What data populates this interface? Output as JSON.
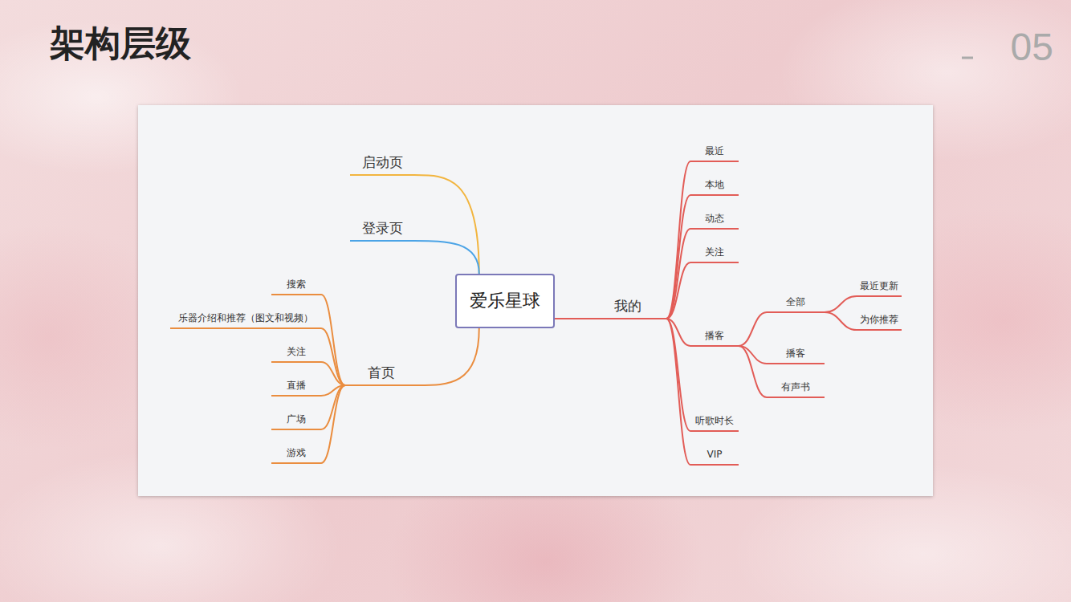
{
  "diagram": {
    "title": "架构层级",
    "nodes": [
      {
        "text": [
          "爱乐星球"
        ]
      },
      {
        "text": [
          "启动页"
        ]
      },
      {
        "text": [
          "登录页"
        ]
      },
      {
        "text": [
          "首页"
        ]
      },
      {
        "text": [
          "搜索"
        ]
      },
      {
        "text": [
          "乐器介绍和推荐（图文和视频）"
        ]
      },
      {
        "text": [
          "关注"
        ]
      },
      {
        "text": [
          "直播"
        ]
      },
      {
        "text": [
          "广场"
        ]
      },
      {
        "text": [
          "游戏"
        ]
      },
      {
        "text": [
          "我的"
        ]
      },
      {
        "text": [
          "最近"
        ]
      },
      {
        "text": [
          "本地"
        ]
      },
      {
        "text": [
          "动态"
        ]
      },
      {
        "text": [
          "关注"
        ]
      },
      {
        "text": [
          "播客"
        ]
      },
      {
        "text": [
          "全部"
        ]
      },
      {
        "text": [
          "最近更新"
        ]
      },
      {
        "text": [
          "为你推荐"
        ]
      },
      {
        "text": [
          "播客"
        ]
      },
      {
        "text": [
          "有声书"
        ]
      },
      {
        "text": [
          "听歌时长"
        ]
      },
      {
        "text": [
          "VIP"
        ]
      }
    ],
    "edges": [
      {
        "from": 0,
        "to": 1,
        "arrow": "none"
      },
      {
        "from": 0,
        "to": 2,
        "arrow": "none"
      },
      {
        "from": 0,
        "to": 3,
        "arrow": "none"
      },
      {
        "from": 3,
        "to": 4,
        "arrow": "none"
      },
      {
        "from": 3,
        "to": 5,
        "arrow": "none"
      },
      {
        "from": 3,
        "to": 6,
        "arrow": "none"
      },
      {
        "from": 3,
        "to": 7,
        "arrow": "none"
      },
      {
        "from": 3,
        "to": 8,
        "arrow": "none"
      },
      {
        "from": 3,
        "to": 9,
        "arrow": "none"
      },
      {
        "from": 0,
        "to": 10,
        "arrow": "none"
      },
      {
        "from": 10,
        "to": 11,
        "arrow": "none"
      },
      {
        "from": 10,
        "to": 12,
        "arrow": "none"
      },
      {
        "from": 10,
        "to": 13,
        "arrow": "none"
      },
      {
        "from": 10,
        "to": 14,
        "arrow": "none"
      },
      {
        "from": 10,
        "to": 15,
        "arrow": "none"
      },
      {
        "from": 15,
        "to": 16,
        "arrow": "none"
      },
      {
        "from": 16,
        "to": 17,
        "arrow": "none"
      },
      {
        "from": 16,
        "to": 18,
        "arrow": "none"
      },
      {
        "from": 15,
        "to": 19,
        "arrow": "none"
      },
      {
        "from": 15,
        "to": 20,
        "arrow": "none"
      },
      {
        "from": 10,
        "to": 21,
        "arrow": "none"
      },
      {
        "from": 10,
        "to": 22,
        "arrow": "none"
      }
    ],
    "labels": [
      "05"
    ]
  }
}
